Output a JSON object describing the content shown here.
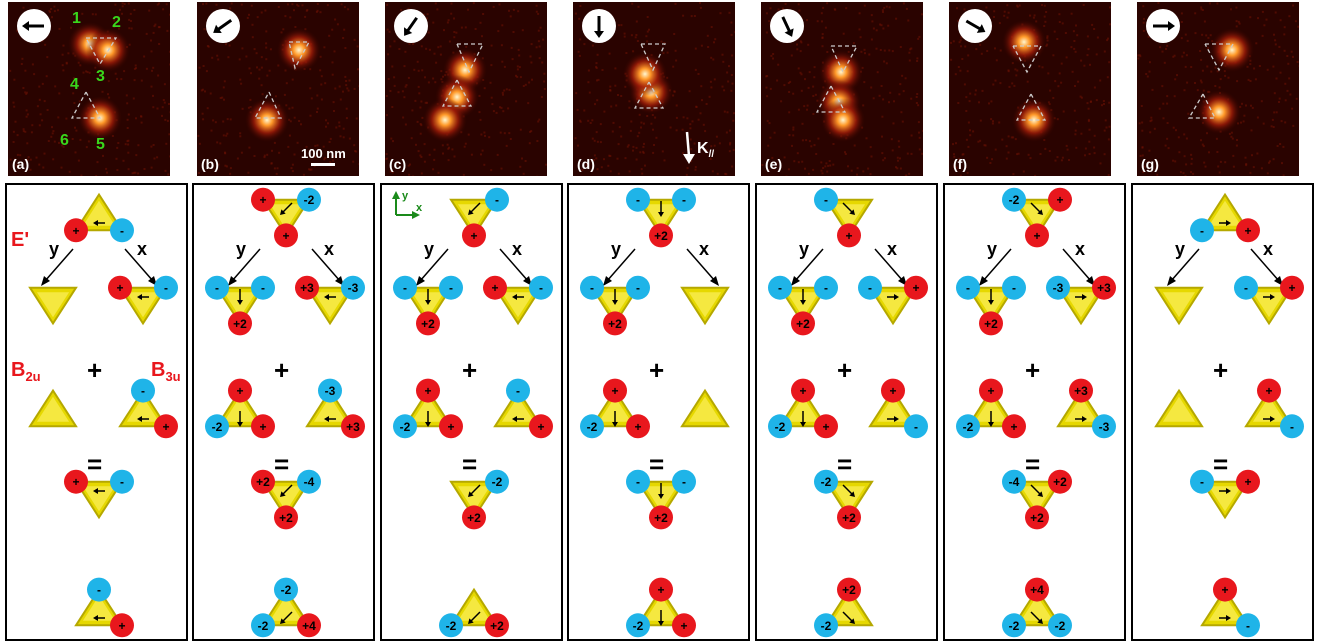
{
  "top_images": [
    {
      "label": "(a)",
      "arrow": "left-arrow-icon"
    },
    {
      "label": "(b)",
      "arrow": "down-left-arrow-icon"
    },
    {
      "label": "(c)",
      "arrow": "down-left-steep-arrow-icon"
    },
    {
      "label": "(d)",
      "arrow": "down-arrow-icon"
    },
    {
      "label": "(e)",
      "arrow": "down-right-steep-arrow-icon"
    },
    {
      "label": "(f)",
      "arrow": "down-right-arrow-icon"
    },
    {
      "label": "(g)",
      "arrow": "right-arrow-icon"
    }
  ],
  "site_numbers": [
    "1",
    "2",
    "3",
    "4",
    "5",
    "6"
  ],
  "scale_bar": "100 nm",
  "k_label": "K",
  "k_sub": "//",
  "mode_labels": {
    "e_prime": "E'",
    "b2u_base": "B",
    "b2u_sub": "2u",
    "b3u_base": "B",
    "b3u_sub": "3u"
  },
  "axis_labels": {
    "y": "y",
    "x": "x"
  },
  "operators": {
    "plus": "+",
    "equals": "="
  },
  "colors": {
    "positive": "#e8171d",
    "negative": "#1fb4e8",
    "triangle": "#e6d800",
    "triangle_dark": "#b5a800",
    "axis_green": "#1a8a1a"
  },
  "panels": [
    {
      "top": {
        "up": true,
        "charges": [
          "+",
          "-",
          null
        ],
        "arrow": "left"
      },
      "y_row": {
        "up": false,
        "charges": [
          null,
          null,
          null
        ]
      },
      "x_row": {
        "up": false,
        "charges": [
          "+",
          "-",
          null
        ],
        "arrow": "left"
      },
      "y2_row": {
        "up": true,
        "charges": [
          null,
          null,
          null
        ]
      },
      "x2_row": {
        "up": true,
        "charges": [
          null,
          "+",
          "-"
        ],
        "arrow": "left"
      },
      "eq1": {
        "up": false,
        "charges": [
          "+",
          "-",
          null
        ],
        "arrow": "left"
      },
      "eq2": {
        "up": true,
        "charges": [
          null,
          "+",
          "-"
        ],
        "arrow": "left"
      }
    },
    {
      "top": {
        "up": false,
        "charges": [
          "+",
          "-2",
          "+"
        ],
        "arrow": "downleft"
      },
      "y_row": {
        "up": false,
        "charges": [
          "-",
          "-",
          "+2"
        ],
        "arrow": "down"
      },
      "x_row": {
        "up": false,
        "charges": [
          "+3",
          "-3",
          null
        ],
        "arrow": "left"
      },
      "y2_row": {
        "up": true,
        "charges": [
          "-2",
          "+",
          "+"
        ],
        "arrow": "down"
      },
      "x2_row": {
        "up": true,
        "charges": [
          null,
          "+3",
          "-3"
        ],
        "arrow": "left"
      },
      "eq1": {
        "up": false,
        "charges": [
          "+2",
          "-4",
          "+2"
        ],
        "arrow": "downleft"
      },
      "eq2": {
        "up": true,
        "charges": [
          "-2",
          "+4",
          "-2"
        ],
        "arrow": "downleft"
      }
    },
    {
      "top": {
        "up": false,
        "charges": [
          null,
          "-",
          "+"
        ],
        "arrow": "downleft"
      },
      "y_row": {
        "up": false,
        "charges": [
          "-",
          "-",
          "+2"
        ],
        "arrow": "down"
      },
      "x_row": {
        "up": false,
        "charges": [
          "+",
          "-",
          null
        ],
        "arrow": "left"
      },
      "y2_row": {
        "up": true,
        "charges": [
          "-2",
          "+",
          "+"
        ],
        "arrow": "down"
      },
      "x2_row": {
        "up": true,
        "charges": [
          null,
          "+",
          "-"
        ],
        "arrow": "left"
      },
      "eq1": {
        "up": false,
        "charges": [
          null,
          "-2",
          "+2"
        ],
        "arrow": "downleft"
      },
      "eq2": {
        "up": true,
        "charges": [
          "-2",
          "+2",
          null
        ],
        "arrow": "downleft"
      }
    },
    {
      "top": {
        "up": false,
        "charges": [
          "-",
          "-",
          "+2"
        ],
        "arrow": "down"
      },
      "y_row": {
        "up": false,
        "charges": [
          "-",
          "-",
          "+2"
        ],
        "arrow": "down"
      },
      "x_row": {
        "up": false,
        "charges": [
          null,
          null,
          null
        ]
      },
      "y2_row": {
        "up": true,
        "charges": [
          "-2",
          "+",
          "+"
        ],
        "arrow": "down"
      },
      "x2_row": {
        "up": true,
        "charges": [
          null,
          null,
          null
        ]
      },
      "eq1": {
        "up": false,
        "charges": [
          "-",
          "-",
          "+2"
        ],
        "arrow": "down"
      },
      "eq2": {
        "up": true,
        "charges": [
          "-2",
          "+",
          "+"
        ],
        "arrow": "down"
      }
    },
    {
      "top": {
        "up": false,
        "charges": [
          "-",
          null,
          "+"
        ],
        "arrow": "downright"
      },
      "y_row": {
        "up": false,
        "charges": [
          "-",
          "-",
          "+2"
        ],
        "arrow": "down"
      },
      "x_row": {
        "up": false,
        "charges": [
          "-",
          "+",
          null
        ],
        "arrow": "right"
      },
      "y2_row": {
        "up": true,
        "charges": [
          "-2",
          "+",
          "+"
        ],
        "arrow": "down"
      },
      "x2_row": {
        "up": true,
        "charges": [
          null,
          "-",
          "+"
        ],
        "arrow": "right"
      },
      "eq1": {
        "up": false,
        "charges": [
          "-2",
          null,
          "+2"
        ],
        "arrow": "downright"
      },
      "eq2": {
        "up": true,
        "charges": [
          "-2",
          null,
          "+2"
        ],
        "arrow": "downright"
      }
    },
    {
      "top": {
        "up": false,
        "charges": [
          "-2",
          "+",
          "+"
        ],
        "arrow": "downright"
      },
      "y_row": {
        "up": false,
        "charges": [
          "-",
          "-",
          "+2"
        ],
        "arrow": "down"
      },
      "x_row": {
        "up": false,
        "charges": [
          "-3",
          "+3",
          null
        ],
        "arrow": "right"
      },
      "y2_row": {
        "up": true,
        "charges": [
          "-2",
          "+",
          "+"
        ],
        "arrow": "down"
      },
      "x2_row": {
        "up": true,
        "charges": [
          null,
          "-3",
          "+3"
        ],
        "arrow": "right"
      },
      "eq1": {
        "up": false,
        "charges": [
          "-4",
          "+2",
          "+2"
        ],
        "arrow": "downright"
      },
      "eq2": {
        "up": true,
        "charges": [
          "-2",
          "-2",
          "+4"
        ],
        "arrow": "downright"
      }
    },
    {
      "top": {
        "up": true,
        "charges": [
          "-",
          "+",
          null
        ],
        "arrow": "right"
      },
      "y_row": {
        "up": false,
        "charges": [
          null,
          null,
          null
        ]
      },
      "x_row": {
        "up": false,
        "charges": [
          "-",
          "+",
          null
        ],
        "arrow": "right"
      },
      "y2_row": {
        "up": true,
        "charges": [
          null,
          null,
          null
        ]
      },
      "x2_row": {
        "up": true,
        "charges": [
          null,
          "-",
          "+"
        ],
        "arrow": "right"
      },
      "eq1": {
        "up": false,
        "charges": [
          "-",
          "+",
          null
        ],
        "arrow": "right"
      },
      "eq2": {
        "up": true,
        "charges": [
          null,
          "-",
          "+"
        ],
        "arrow": "right"
      }
    }
  ]
}
